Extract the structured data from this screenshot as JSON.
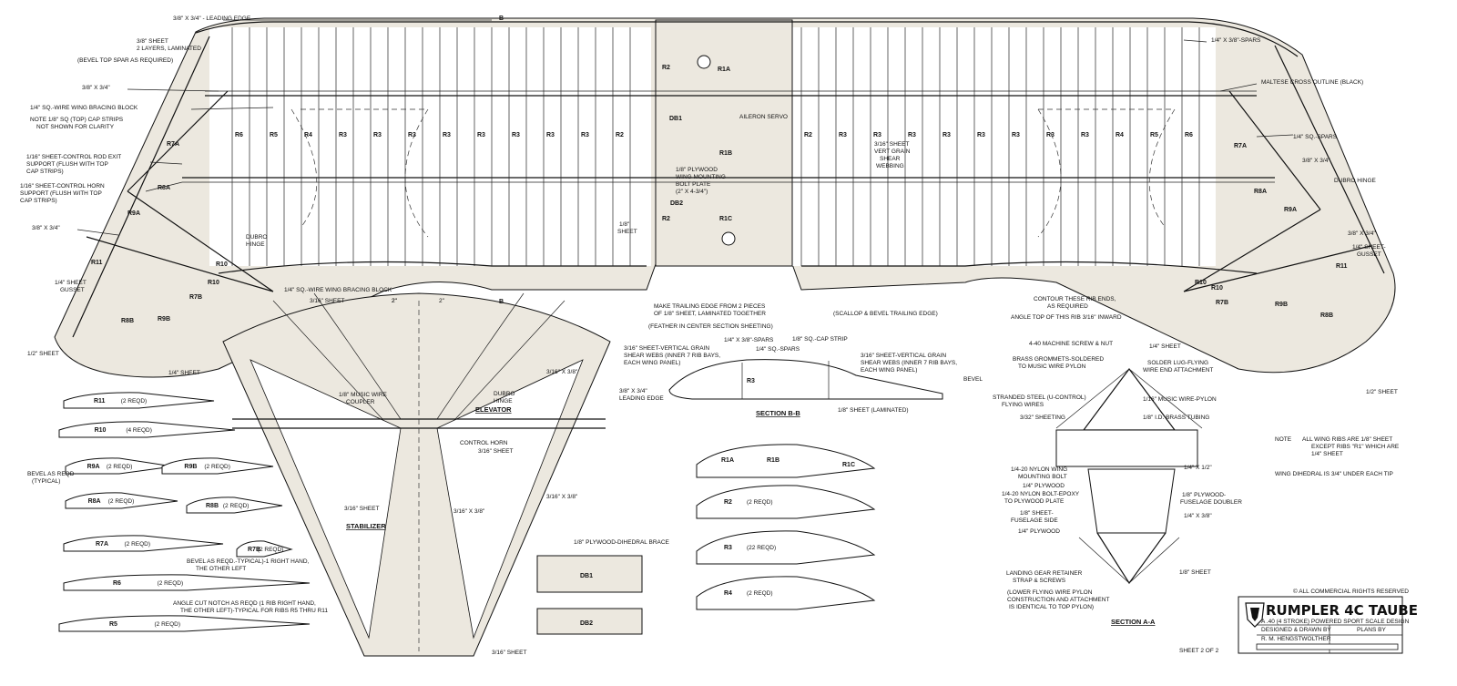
{
  "wing_labels": {
    "leading_edge_top": "3/8\" X 3/4\" - LEADING EDGE",
    "sheet_laminated": "3/8\" SHEET",
    "sheet_laminated_2": "2 LAYERS, LAMINATED",
    "bevel_top_spar": "(BEVEL TOP SPAR AS REQUIRED)",
    "le_left": "3/8\" X 3/4\"",
    "bracing_block": "1/4\" SQ.-WIRE WING BRACING BLOCK",
    "cap_note_1": "NOTE 1/8\" SQ (TOP) CAP STRIPS",
    "cap_note_2": "NOT SHOWN FOR CLARITY",
    "control_rod_1": "1/16\" SHEET-CONTROL ROD EXIT",
    "control_rod_2": "SUPPORT (FLUSH WITH TOP",
    "control_rod_3": "CAP STRIPS)",
    "control_horn_1": "1/16\" SHEET-CONTROL HORN",
    "control_horn_2": "SUPPORT (FLUSH WITH TOP",
    "control_horn_3": "CAP STRIPS)",
    "le_left_2": "3/8\" X 3/4\"",
    "gusset_1": "1/4\" SHEET",
    "gusset_2": "GUSSET",
    "dubro_left": "DUBRO",
    "dubro_left_2": "HINGE",
    "bracing_block_bottom": "1/4\" SQ.-WIRE WING BRACING BLOCK",
    "sheet_316": "3/16\" SHEET",
    "half_sheet_left": "1/2\" SHEET",
    "quarter_sheet_left": "1/4\" SHEET",
    "plywood_1": "1/8\" PLYWOOD",
    "plywood_2": "WING MOUNTING",
    "plywood_3": "BOLT PLATE",
    "plywood_4": "(2\" X 4-3/4\")",
    "aileron_servo": "AILERON SERVO",
    "sheet_18": "1/8\"",
    "sheet_18b": "SHEET",
    "web_1": "3/16\" SHEET",
    "web_2": "VERT GRAIN",
    "web_3": "SHEAR",
    "web_4": "WEBBING",
    "te_1": "MAKE TRAILING EDGE FROM 2 PIECES",
    "te_2": "OF 1/8\" SHEET, LAMINATED TOGETHER",
    "te_3": "(FEATHER IN CENTER SECTION SHEETING)",
    "scallop": "(SCALLOP & BEVEL TRAILING EDGE)",
    "contour_1": "CONTOUR THESE RIB ENDS,",
    "contour_2": "AS REQUIRED",
    "angle_top": "ANGLE TOP OF THIS RIB 3/16\" INWARD",
    "quarter_sheet_right": "1/4\" SHEET",
    "spars_right": "1/4\" X 3/8\"-SPARS",
    "maltese": "MALTESE CROSS OUTLINE (BLACK)",
    "sq_spars": "1/4\" SQ.-SPARS",
    "le_right": "3/8\" X 3/4\"",
    "dubro_right": "DUBRO HINGE",
    "le_right_2": "3/8\" X 3/4\"",
    "gusset_r1": "1/4\" SHEET-",
    "gusset_r2": "GUSSET",
    "half_sheet_right": "1/2\" SHEET",
    "dim_2": "2\""
  },
  "wing_ribs": {
    "left": [
      "R6",
      "R5",
      "R4",
      "R3",
      "R3",
      "R3",
      "R3",
      "R3",
      "R3",
      "R3",
      "R3",
      "R2"
    ],
    "right": [
      "R2",
      "R3",
      "R3",
      "R3",
      "R3",
      "R3",
      "R3",
      "R3",
      "R3",
      "R4",
      "R5",
      "R6"
    ],
    "tips": [
      "R7A",
      "R8A",
      "R9A",
      "R11",
      "R10",
      "R10",
      "R7B",
      "R8B",
      "R9B"
    ],
    "tips_right": [
      "R7A",
      "R8A",
      "R9A",
      "R11",
      "R10",
      "R10",
      "R7B",
      "R8B",
      "R9B"
    ],
    "center": [
      "R1A",
      "R1B",
      "R1C",
      "DB1",
      "DB2"
    ],
    "center_r1": "R2",
    "center_r1b": "R2"
  },
  "stabilizer": {
    "title": "STABILIZER",
    "elevator": "ELEVATOR",
    "music_wire_1": "1/8\" MUSIC WIRE",
    "music_wire_2": "COUPLER",
    "dubro_1": "DUBRO",
    "dubro_2": "HINGE",
    "control_horn": "CONTROL HORN",
    "sheet_a": "3/16\" SHEET",
    "sheet_b": "3/16\" SHEET",
    "sheet_c": "3/16\" SHEET",
    "strip_a": "3/16\" X 3/8\"",
    "strip_b": "3/16\" X 3/8\"",
    "strip_c": "3/16\" X 3/8\"",
    "dim_a": "2\"",
    "dim_b": "2\""
  },
  "section_bb": {
    "title": "SECTION B-B",
    "spars": "1/4\" X 3/8\"-SPARS",
    "cap": "1/8\" SQ.-CAP STRIP",
    "sq_spars": "1/4\" SQ.-SPARS",
    "web_l1": "3/16\" SHEET-VERTICAL GRAIN",
    "web_l2": "SHEAR WEBS (INNER 7 RIB BAYS,",
    "web_l3": "EACH WING PANEL)",
    "web_r1": "3/16\" SHEET-VERTICAL GRAIN",
    "web_r2": "SHEAR WEBS (INNER 7 RIB BAYS,",
    "web_r3": "EACH WING PANEL)",
    "le_1": "3/8\" X 3/4\"",
    "le_2": "LEADING EDGE",
    "bevel": "BEVEL",
    "laminated": "1/8\" SHEET (LAMINATED)",
    "rib": "R3"
  },
  "rib_parts": [
    {
      "name": "R11",
      "note": "(2 REQD)"
    },
    {
      "name": "R10",
      "note": "(4 REQD)"
    },
    {
      "name": "R9A",
      "note": "(2 REQD)"
    },
    {
      "name": "R9B",
      "note": "(2 REQD)"
    },
    {
      "name": "R8A",
      "note": "(2 REQD)"
    },
    {
      "name": "R8B",
      "note": "(2 REQD)"
    },
    {
      "name": "R7A",
      "note": "(2 REQD)"
    },
    {
      "name": "R7B",
      "note": "(2 REQD)"
    },
    {
      "name": "R6",
      "note": "(2 REQD)"
    },
    {
      "name": "R5",
      "note": "(2 REQD)"
    }
  ],
  "rib_notes": {
    "bevel_1": "BEVEL AS REQD",
    "bevel_2": "(TYPICAL)",
    "bevel_3": "BEVEL AS REQD.-TYPICAL)-1 RIGHT HAND,",
    "bevel_4": "THE OTHER LEFT",
    "angle_1": "ANGLE CUT NOTCH AS REQD (1 RIB RIGHT HAND,",
    "angle_2": "THE OTHER LEFT)-TYPICAL FOR RIBS R5 THRU R11"
  },
  "center_ribs": [
    {
      "name": "R1A",
      "note": ""
    },
    {
      "name": "R1B",
      "note": ""
    },
    {
      "name": "R1C",
      "note": ""
    },
    {
      "name": "R2",
      "note": "(2 REQD)"
    },
    {
      "name": "R3",
      "note": "(22 REQD)"
    },
    {
      "name": "R4",
      "note": "(2 REQD)"
    }
  ],
  "dihedral": {
    "label": "1/8\" PLYWOOD-DIHEDRAL BRACE",
    "db1": "DB1",
    "db2": "DB2"
  },
  "section_aa": {
    "title": "SECTION A-A",
    "screw": "4-40 MACHINE SCREW & NUT",
    "grommets_1": "BRASS GROMMETS-SOLDERED",
    "grommets_2": "TO MUSIC WIRE PYLON",
    "solder_1": "SOLDER LUG-FLYING",
    "solder_2": "WIRE END ATTACHMENT",
    "steel_1": "STRANDED STEEL (U-CONTROL)",
    "steel_2": "FLYING WIRES",
    "sheeting": "3/32\" SHEETING",
    "pylon": "1/16\" MUSIC WIRE-PYLON",
    "tubing": "1/8\" I.D. BRASS TUBING",
    "nylon_1": "1/4-20 NYLON WING",
    "nylon_2": "MOUNTING BOLT",
    "ply_14": "1/4\" PLYWOOD",
    "epoxy_1": "1/4-20 NYLON BOLT-EPOXY",
    "epoxy_2": "TO PLYWOOD PLATE",
    "fus_1": "1/8\" SHEET-",
    "fus_2": "FUSELAGE SIDE",
    "ply_14b": "1/4\" PLYWOOD",
    "doubler_1": "1/8\" PLYWOOD-",
    "doubler_2": "FUSELAGE DOUBLER",
    "x12": "1/4\" X 1/2\"",
    "x38": "1/4\" X 3/8\"",
    "gear_1": "LANDING GEAR RETAINER",
    "gear_2": "STRAP & SCREWS",
    "lower_1": "(LOWER FLYING WIRE PYLON",
    "lower_2": "CONSTRUCTION AND ATTACHMENT",
    "lower_3": "IS IDENTICAL TO TOP PYLON)",
    "sheet_18": "1/8\" SHEET"
  },
  "notes": {
    "note_label": "NOTE",
    "note_1": "ALL WING RIBS ARE 1/8\" SHEET",
    "note_2": "EXCEPT RIBS \"R1\" WHICH ARE",
    "note_3": "1/4\" SHEET",
    "dihedral": "WING DIHEDRAL IS 3/4\" UNDER EACH TIP"
  },
  "title_block": {
    "rights": "© ALL COMMERCIAL RIGHTS RESERVED",
    "title": "RUMPLER 4C TAUBE",
    "subtitle": "A .40 (4 STROKE) POWERED SPORT SCALE DESIGN",
    "designed_label": "DESIGNED & DRAWN BY",
    "designer": "R. M. HENGSTWOLTHER",
    "plans_label": "PLANS BY",
    "sheet": "SHEET 2 OF 2"
  },
  "section_markers": {
    "b_top": "B",
    "b_bottom": "B"
  }
}
